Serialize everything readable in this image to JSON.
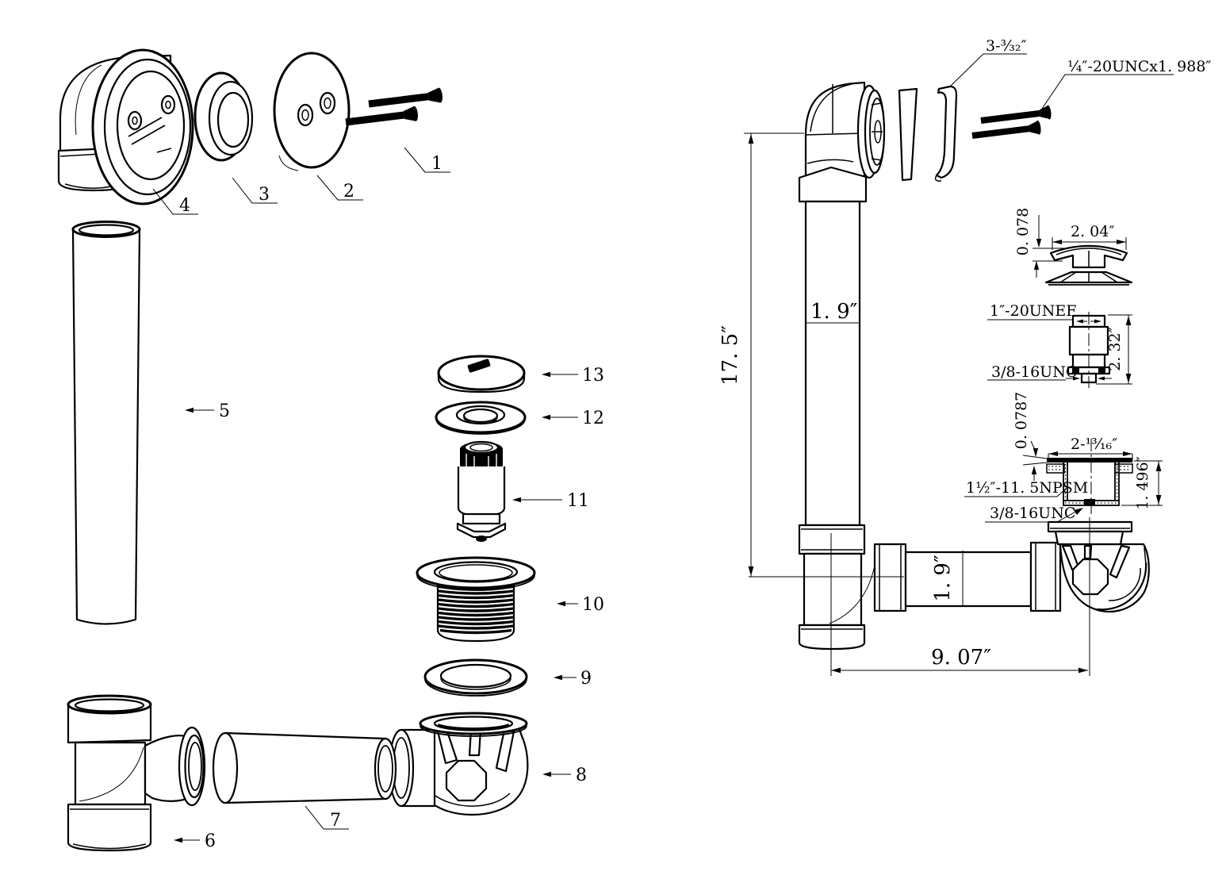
{
  "colors": {
    "background": "#ffffff",
    "line": "#000000"
  },
  "exploded": {
    "labels": {
      "p1": "1",
      "p2": "2",
      "p3": "3",
      "p4": "4",
      "p5": "5",
      "p6": "6",
      "p7": "7",
      "p8": "8",
      "p9": "9",
      "p10": "10",
      "p11": "11",
      "p12": "12",
      "p13": "13"
    }
  },
  "assembled": {
    "dim_height": "17. 5″",
    "dim_pipe_top": "1. 9″",
    "dim_pipe_bottom": "1. 9″",
    "dim_length": "9. 07″",
    "plate_width": "3-³⁄₃₂″",
    "screw_spec": "¼″-20UNCx1. 988″"
  },
  "details": {
    "cap": {
      "thickness": "0. 078",
      "diameter": "2. 04″"
    },
    "cartridge": {
      "top_thread": "1″-20UNEF",
      "bottom_thread": "3/8-16UNC",
      "height": "2. 32″"
    },
    "drain": {
      "flange_thickness": "0. 0787",
      "flange_diameter": "2-¹³⁄₁₆″",
      "body_thread": "1½″-11. 5NPSM",
      "bottom_thread": "3/8-16UNC",
      "height": "1. 496″"
    }
  }
}
